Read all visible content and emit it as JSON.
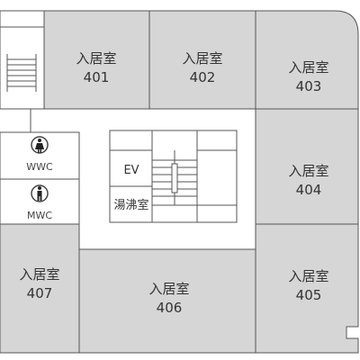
{
  "rooms": {
    "r401": {
      "label": "入居室",
      "number": "401"
    },
    "r402": {
      "label": "入居室",
      "number": "402"
    },
    "r403": {
      "label": "入居室",
      "number": "403"
    },
    "r404": {
      "label": "入居室",
      "number": "404"
    },
    "r405": {
      "label": "入居室",
      "number": "405"
    },
    "r406": {
      "label": "入居室",
      "number": "406"
    },
    "r407": {
      "label": "入居室",
      "number": "407"
    }
  },
  "facilities": {
    "ev": "EV",
    "kitchenette": "湯沸室",
    "wwc": "WWC",
    "mwc": "MWC"
  },
  "icons": {
    "wwc": "woman-toilet-icon",
    "mwc": "man-toilet-icon",
    "stairs": "stairs-icon"
  },
  "colors": {
    "room_fill": "#d6d6d6",
    "wall": "#555555",
    "corridor": "#ffffff"
  }
}
